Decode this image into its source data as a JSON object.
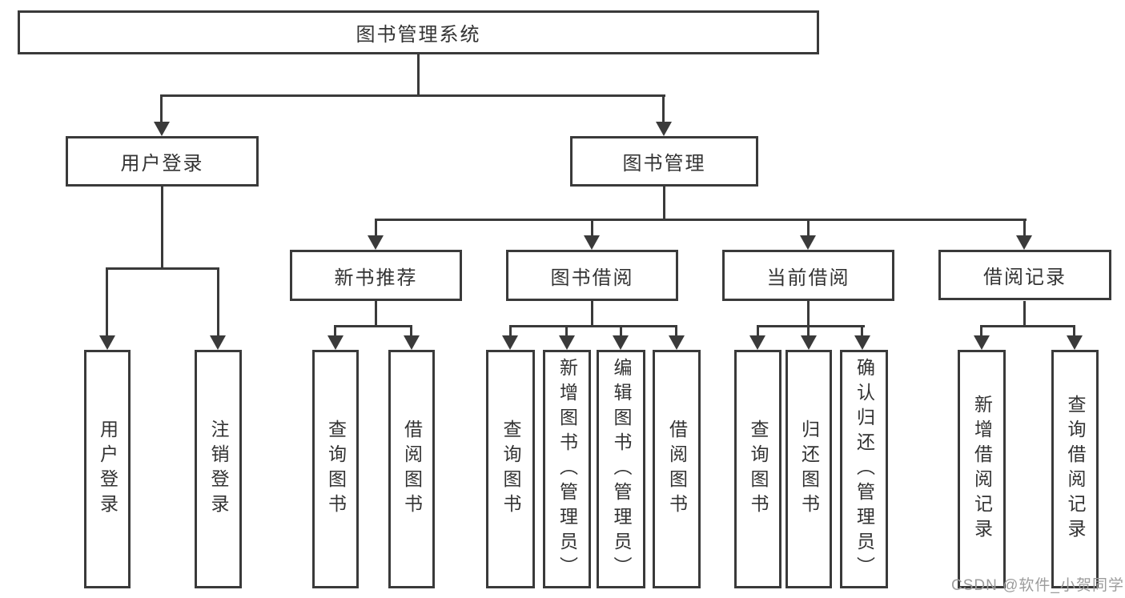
{
  "diagram": {
    "root": {
      "label": "图书管理系统"
    },
    "branches": [
      {
        "label": "用户登录",
        "children": [
          {
            "label": "用户登录"
          },
          {
            "label": "注销登录"
          }
        ]
      },
      {
        "label": "图书管理",
        "children": [
          {
            "label": "新书推荐",
            "children": [
              {
                "label": "查询图书"
              },
              {
                "label": "借阅图书"
              }
            ]
          },
          {
            "label": "图书借阅",
            "children": [
              {
                "label": "查询图书"
              },
              {
                "label": "新增图书（管理员）"
              },
              {
                "label": "编辑图书（管理员）"
              },
              {
                "label": "借阅图书"
              }
            ]
          },
          {
            "label": "当前借阅",
            "children": [
              {
                "label": "查询图书"
              },
              {
                "label": "归还图书"
              },
              {
                "label": "确认归还（管理员）"
              }
            ]
          },
          {
            "label": "借阅记录",
            "children": [
              {
                "label": "新增借阅记录"
              },
              {
                "label": "查询借阅记录"
              }
            ]
          }
        ]
      }
    ]
  },
  "watermark": {
    "text": "CSDN @软件_小贺同学"
  },
  "colors": {
    "line": "#3a3a3a",
    "text": "#333333",
    "watermark": "#9c9c9c",
    "background": "#ffffff"
  }
}
